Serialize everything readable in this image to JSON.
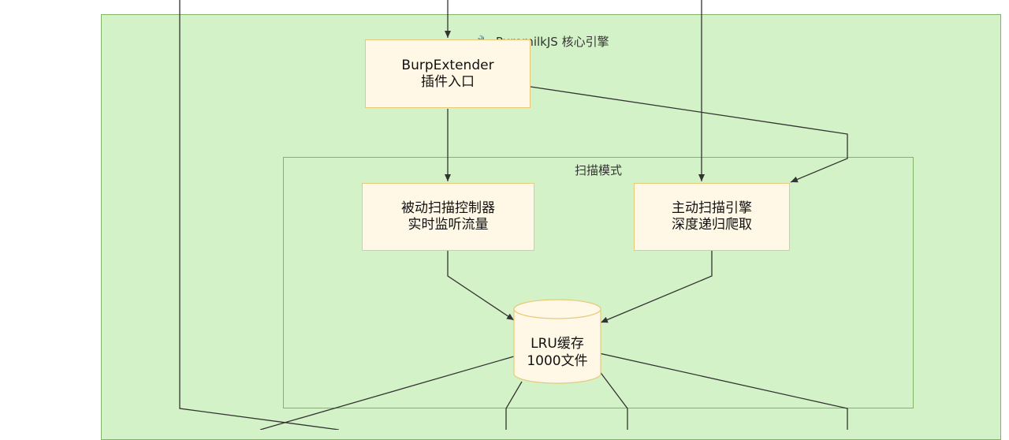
{
  "groups": {
    "core": {
      "icon": "wrench-icon",
      "icon_glyph": "🔧",
      "title": "PuremilkJS 核心引擎"
    },
    "scan_modes": {
      "title": "扫描模式"
    }
  },
  "nodes": {
    "burp_extender": {
      "line1": "BurpExtender",
      "line2": "插件入口"
    },
    "passive_scan": {
      "line1": "被动扫描控制器",
      "line2": "实时监听流量"
    },
    "active_scan": {
      "line1": "主动扫描引擎",
      "line2": "深度递归爬取"
    },
    "lru_cache": {
      "line1": "LRU缓存",
      "line2": "1000文件"
    }
  },
  "colors": {
    "group_fill": "#d4f2c7",
    "group_border": "#82b366",
    "node_fill": "#fff8e6",
    "node_border": "#e8c97a",
    "edge": "#333333"
  }
}
